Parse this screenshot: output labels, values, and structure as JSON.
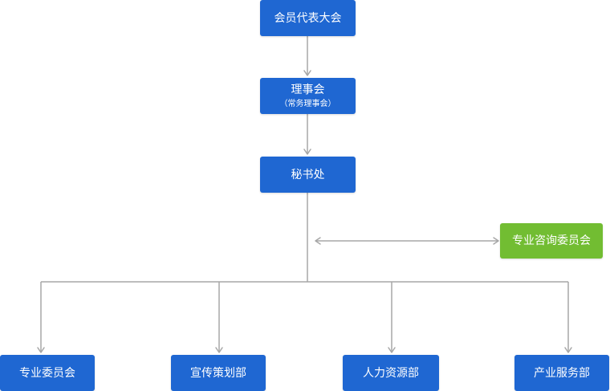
{
  "org_chart": {
    "colors": {
      "primary_box": "#1f67d2",
      "advisory_box": "#72bd32",
      "connector": "#a7a7a7",
      "text": "#ffffff"
    },
    "general_assembly": {
      "label": "会员代表大会"
    },
    "council": {
      "label": "理事会",
      "sublabel": "（常务理事会）"
    },
    "secretariat": {
      "label": "秘书处"
    },
    "advisory_committee": {
      "label": "专业咨询委员会"
    },
    "departments": [
      {
        "label": "专业委员会"
      },
      {
        "label": "宣传策划部"
      },
      {
        "label": "人力资源部"
      },
      {
        "label": "产业服务部"
      }
    ]
  }
}
